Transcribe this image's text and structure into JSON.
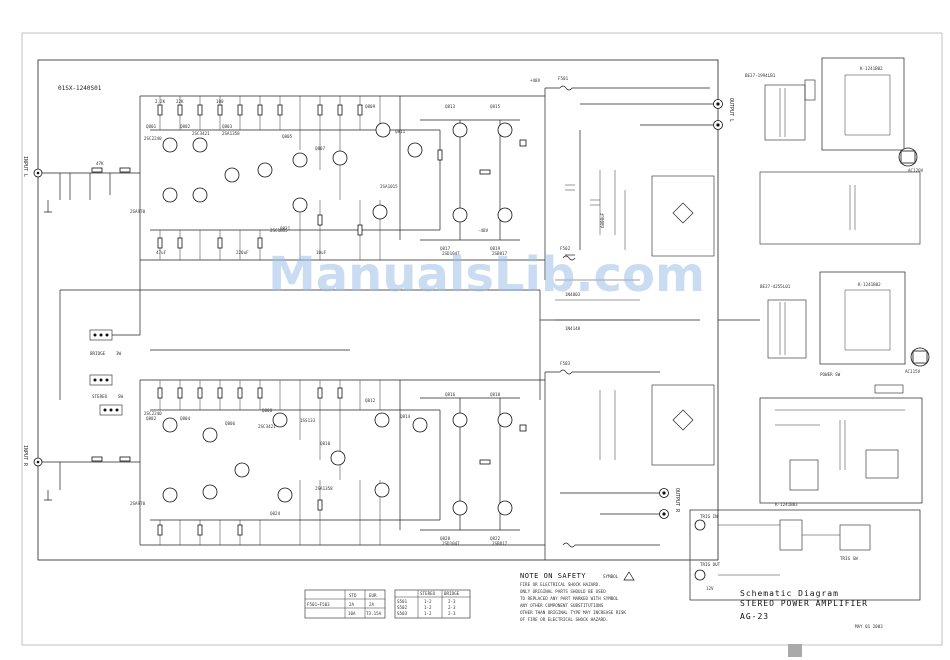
{
  "diagram": {
    "top_board_label": "01SX-1240S01",
    "watermark": "ManualsLib.com",
    "note": {
      "title": "NOTE ON SAFETY",
      "title_suffix": "SYMBOL",
      "lines": [
        "FIRE OR ELECTRICAL SHOCK HAZARD.",
        "ONLY ORIGINAL PARTS SHOULD BE USED",
        "TO REPLACED ANY PART MARKED WITH SYMBOL",
        "ANY OTHER COMPONENT SUBSTITUTIONS",
        "OTHER THAN ORIGINAL TYPE MAY INCREASE RISK",
        "OF FIRE OR ELECTRICAL SHOCK HAZARD."
      ]
    },
    "title_block": {
      "line1": "Schematic Diagram",
      "line2": "STEREO POWER AMPLIFIER",
      "model": "AG-23",
      "date": "MAY 01 2003"
    },
    "fuse_table": {
      "rows": [
        {
          "ref": "F501~F503",
          "std": "STD",
          "eur": "EUR"
        },
        {
          "ref": "",
          "std": "2A",
          "eur": "2A"
        },
        {
          "ref": "",
          "std": "10A",
          "eur": "T3.15A"
        }
      ]
    },
    "resistor_table": {
      "headers": [
        "",
        "STEREO",
        "BRIDGE"
      ],
      "rows": [
        [
          "S501",
          "1-2",
          "2-3"
        ],
        [
          "S502",
          "1-2",
          "2-3"
        ],
        [
          "S503",
          "1-2",
          "2-3"
        ]
      ]
    },
    "labels": {
      "input_l": "INPUT L",
      "input_r": "INPUT R",
      "output_l": "OUTPUT L",
      "output_r": "OUTPUT R",
      "plus48v": "+48V",
      "minus48v": "-48V",
      "ac_in_top": "AC120V",
      "ac_in_bottom": "AC115V",
      "power_sw": "POWER SW",
      "bridge_sw": "BRIDGE",
      "stereo_sw": "STEREO",
      "sw_label_top": "3W",
      "sw_label_mid": "SW",
      "tr_top": "BE37-1994LB1",
      "tr_bottom": "BE37-4255L01",
      "board_right_top": "K-1241B02",
      "board_right_mid": "K-1241B02",
      "board_ctrl": "K-1241B03",
      "trig_in": "TRIG IN",
      "trig_out": "TRIG OUT",
      "remote_12v": "12V",
      "trig_sw": "TRIG SW",
      "fuse_f501": "F501",
      "fuse_f502": "F502",
      "fuse_f503": "F503"
    },
    "q_labels_top": [
      "Q801",
      "Q802",
      "Q803",
      "Q805",
      "Q807",
      "Q809",
      "Q811",
      "Q813",
      "Q815",
      "Q817",
      "Q819",
      "Q821"
    ],
    "q_labels_bottom": [
      "Q802",
      "Q804",
      "Q806",
      "Q808",
      "Q810",
      "Q812",
      "Q814",
      "Q816",
      "Q818",
      "Q820",
      "Q822",
      "Q824"
    ],
    "part_values": [
      "2SC2240",
      "2SA970",
      "2SC3421",
      "2SA1358",
      "2SD1047",
      "2SB817",
      "2SC1815",
      "2SA1015",
      "1SS133",
      "47K",
      "2.2K",
      "22K",
      "100",
      "47uF",
      "220uF",
      "10uF",
      "0.1",
      "6800uF",
      "1N4003",
      "1N4148"
    ]
  }
}
